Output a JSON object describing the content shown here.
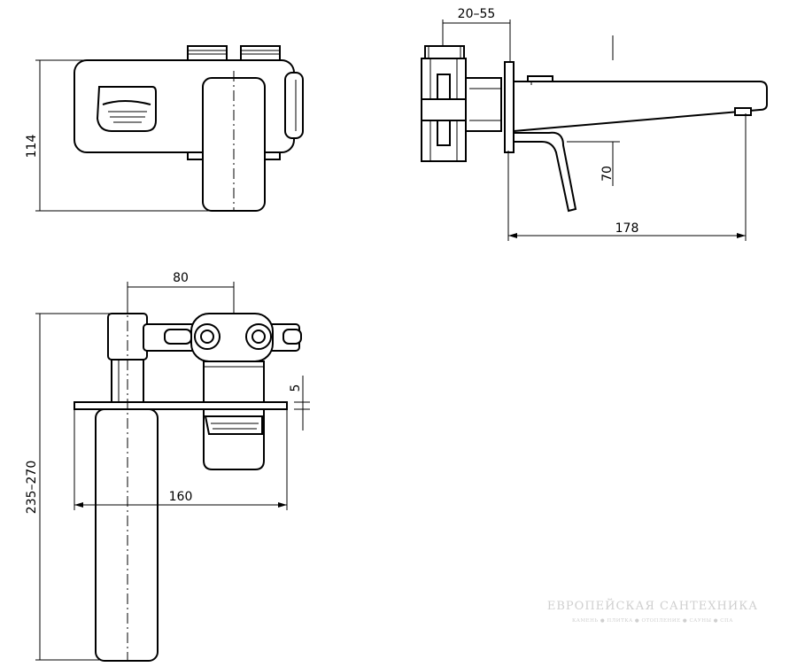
{
  "dimensions": {
    "front_height": "114",
    "wall_depth": "20–55",
    "spout_length": "178",
    "lever_drop": "70",
    "inlet_spacing": "80",
    "spout_projection": "160",
    "plate_thickness": "5",
    "total_length": "235–270"
  },
  "watermark": {
    "title": "ЕВРОПЕЙСКАЯ САНТЕХНИКА",
    "subtitle": "КАМЕНЬ ● ПЛИТКА ● ОТОПЛЕНИЕ ● САУНЫ ● СПА"
  }
}
